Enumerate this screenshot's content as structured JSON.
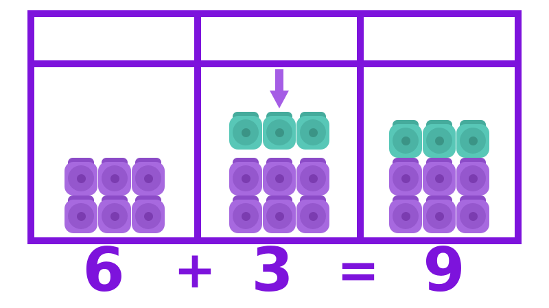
{
  "page": {
    "background_color": "#ffffff",
    "description": "Part-whole table showing counters being added: 6 plus 3 equals 9"
  },
  "colors": {
    "violet": "#7d13dc",
    "arrow": "#a55de5",
    "purple_counter": {
      "cap": "#8b4bc7",
      "body": "#a769df",
      "ring": "#9557cd",
      "dot": "#7b3cb0"
    },
    "teal_counter": {
      "cap": "#45ab9c",
      "body": "#58c7b7",
      "ring": "#4bb3a4",
      "dot": "#3b9486"
    }
  },
  "table": {
    "header_cells": [
      "",
      "",
      ""
    ],
    "columns": [
      {
        "name": "first-addend",
        "teal_counters": 0,
        "purple_counters": 6,
        "has_arrow": false
      },
      {
        "name": "adding-three",
        "teal_counters": 3,
        "purple_counters": 6,
        "has_arrow": true
      },
      {
        "name": "sum-total",
        "teal_counters": 3,
        "purple_counters": 6,
        "has_arrow": false
      }
    ],
    "counters_per_row": 3
  },
  "equation": {
    "addend1": "6",
    "plus_sign": "+",
    "addend2": "3",
    "equals_sign": "=",
    "sum": "9"
  }
}
